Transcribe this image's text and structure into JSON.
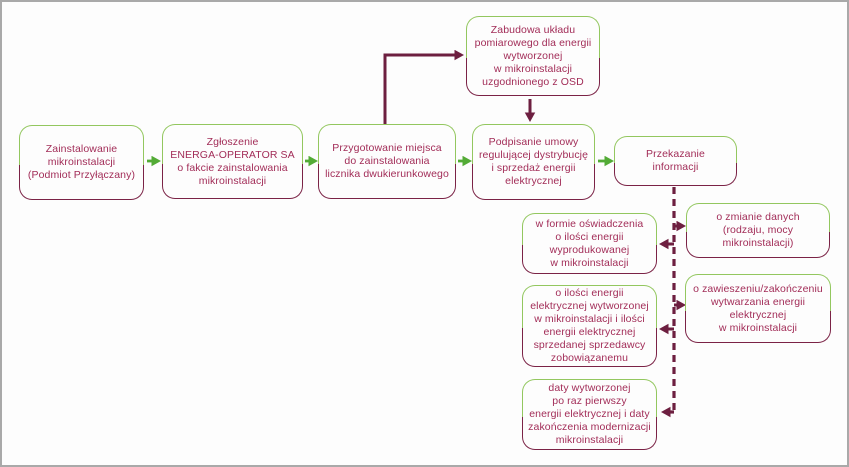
{
  "diagram": {
    "type": "flowchart",
    "language": "pl",
    "colors": {
      "box_border_top_green": "#93c75f",
      "box_border_bottom_maroon": "#7b2346",
      "text_maroon": "#a22d58",
      "flow_arrow_green": "#53ab36",
      "connector_maroon": "#6d1f40",
      "frame_gray": "#a9a9a9",
      "background": "#fdfdfd"
    },
    "nodes": {
      "zainstalowanie": {
        "lines": [
          "Zainstalowanie",
          "mikroinstalacji",
          "(Podmiot Przyłączany)"
        ]
      },
      "zgloszenie": {
        "lines": [
          "Zgłoszenie",
          "ENERGA-OPERATOR SA",
          "o fakcie zainstalowania",
          "mikroinstalacji"
        ]
      },
      "przygotowanie": {
        "lines": [
          "Przygotowanie miejsca",
          "do zainstalowania",
          "licznika dwukierunkowego"
        ]
      },
      "zabudowa": {
        "lines": [
          "Zabudowa układu",
          "pomiarowego dla energii",
          "wytworzonej",
          "w mikroinstalacji",
          "uzgodnionego z OSD"
        ]
      },
      "podpisanie": {
        "lines": [
          "Podpisanie umowy",
          "regulującej dystrybucję",
          "i sprzedaż energii",
          "elektrycznej"
        ]
      },
      "przekazanie": {
        "lines": [
          "Przekazanie",
          "informacji"
        ]
      },
      "oswiadczenie": {
        "lines": [
          "w formie oświadczenia",
          "o ilości energii",
          "wyprodukowanej",
          "w mikroinstalacji"
        ]
      },
      "ilosc_energii": {
        "lines": [
          "o ilości energii",
          "elektrycznej wytworzonej",
          "w mikroinstalacji i ilości",
          "energii elektrycznej",
          "sprzedanej sprzedawcy",
          "zobowiązanemu"
        ]
      },
      "daty": {
        "lines": [
          "daty wytworzonej",
          "po raz pierwszy",
          "energii elektrycznej i daty",
          "zakończenia modernizacji",
          "mikroinstalacji"
        ]
      },
      "zmiana_danych": {
        "lines": [
          "o zmianie danych",
          "(rodzaju, mocy",
          "mikroinstalacji)"
        ]
      },
      "zawieszenie": {
        "lines": [
          "o zawieszeniu/zakończeniu",
          "wytwarzania energii",
          "elektrycznej",
          "w mikroinstalacji"
        ]
      }
    }
  }
}
